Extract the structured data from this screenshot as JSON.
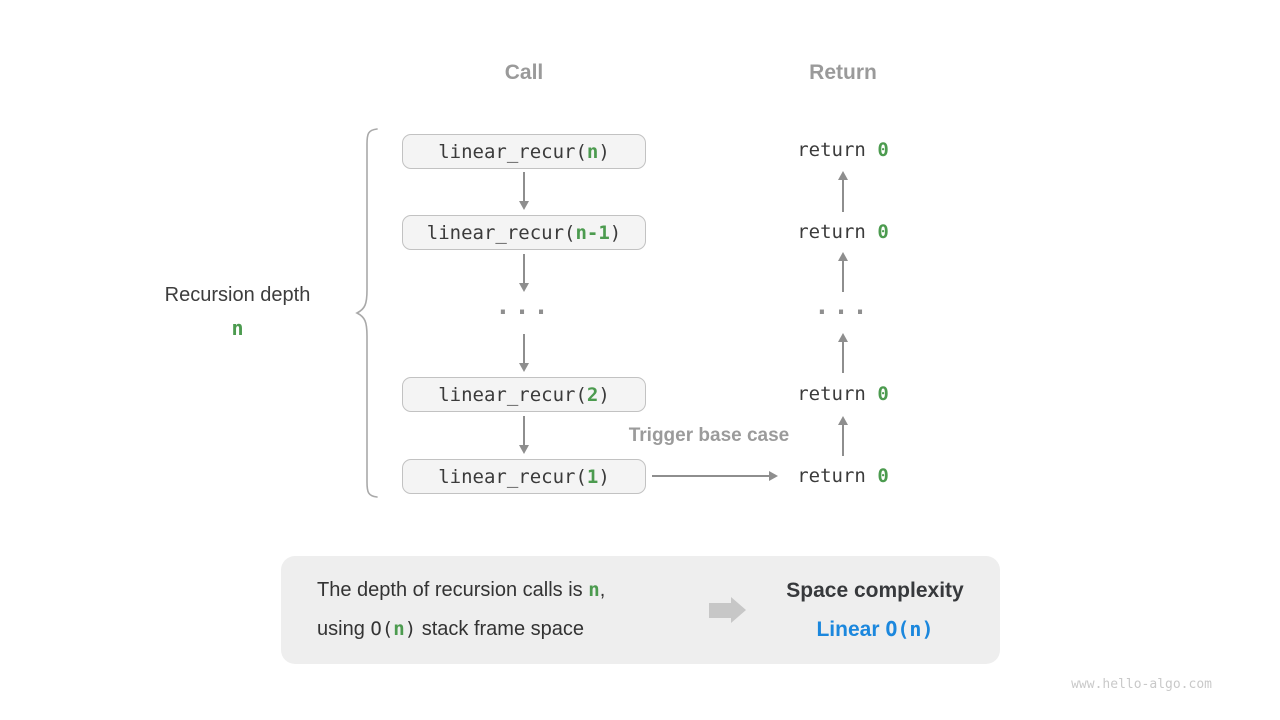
{
  "headers": {
    "call": "Call",
    "return": "Return"
  },
  "left_label": {
    "title": "Recursion depth",
    "value": "n"
  },
  "diagram": {
    "calls": [
      {
        "prefix": "linear_recur(",
        "arg": "n",
        "suffix": ")"
      },
      {
        "prefix": "linear_recur(",
        "arg": "n-1",
        "suffix": ")"
      },
      {
        "prefix": "linear_recur(",
        "arg": "2",
        "suffix": ")"
      },
      {
        "prefix": "linear_recur(",
        "arg": "1",
        "suffix": ")"
      }
    ],
    "returns": [
      {
        "keyword": "return ",
        "value": "0"
      },
      {
        "keyword": "return ",
        "value": "0"
      },
      {
        "keyword": "return ",
        "value": "0"
      },
      {
        "keyword": "return ",
        "value": "0"
      }
    ],
    "call_ellipsis": "...",
    "return_ellipsis": "...",
    "trigger_label": "Trigger base case"
  },
  "summary": {
    "line1_prefix": "The depth of recursion calls is ",
    "line1_var": "n",
    "line1_suffix": ",",
    "line2_prefix": "using ",
    "line2_code_open": "O(",
    "line2_var": "n",
    "line2_code_close": ")",
    "line2_suffix": " stack frame space",
    "right_title": "Space complexity",
    "right_value_word": "Linear",
    "right_value_code": "O(n)"
  },
  "watermark": "www.hello-algo.com",
  "colors": {
    "green": "#4c9b4f",
    "blue": "#1b87dd",
    "gray_label": "#9a9a9a",
    "arrow_gray": "#8e8e8e",
    "box_fill": "#f4f4f4",
    "box_border": "#c2c2c2",
    "panel_fill": "#eeeeee"
  }
}
